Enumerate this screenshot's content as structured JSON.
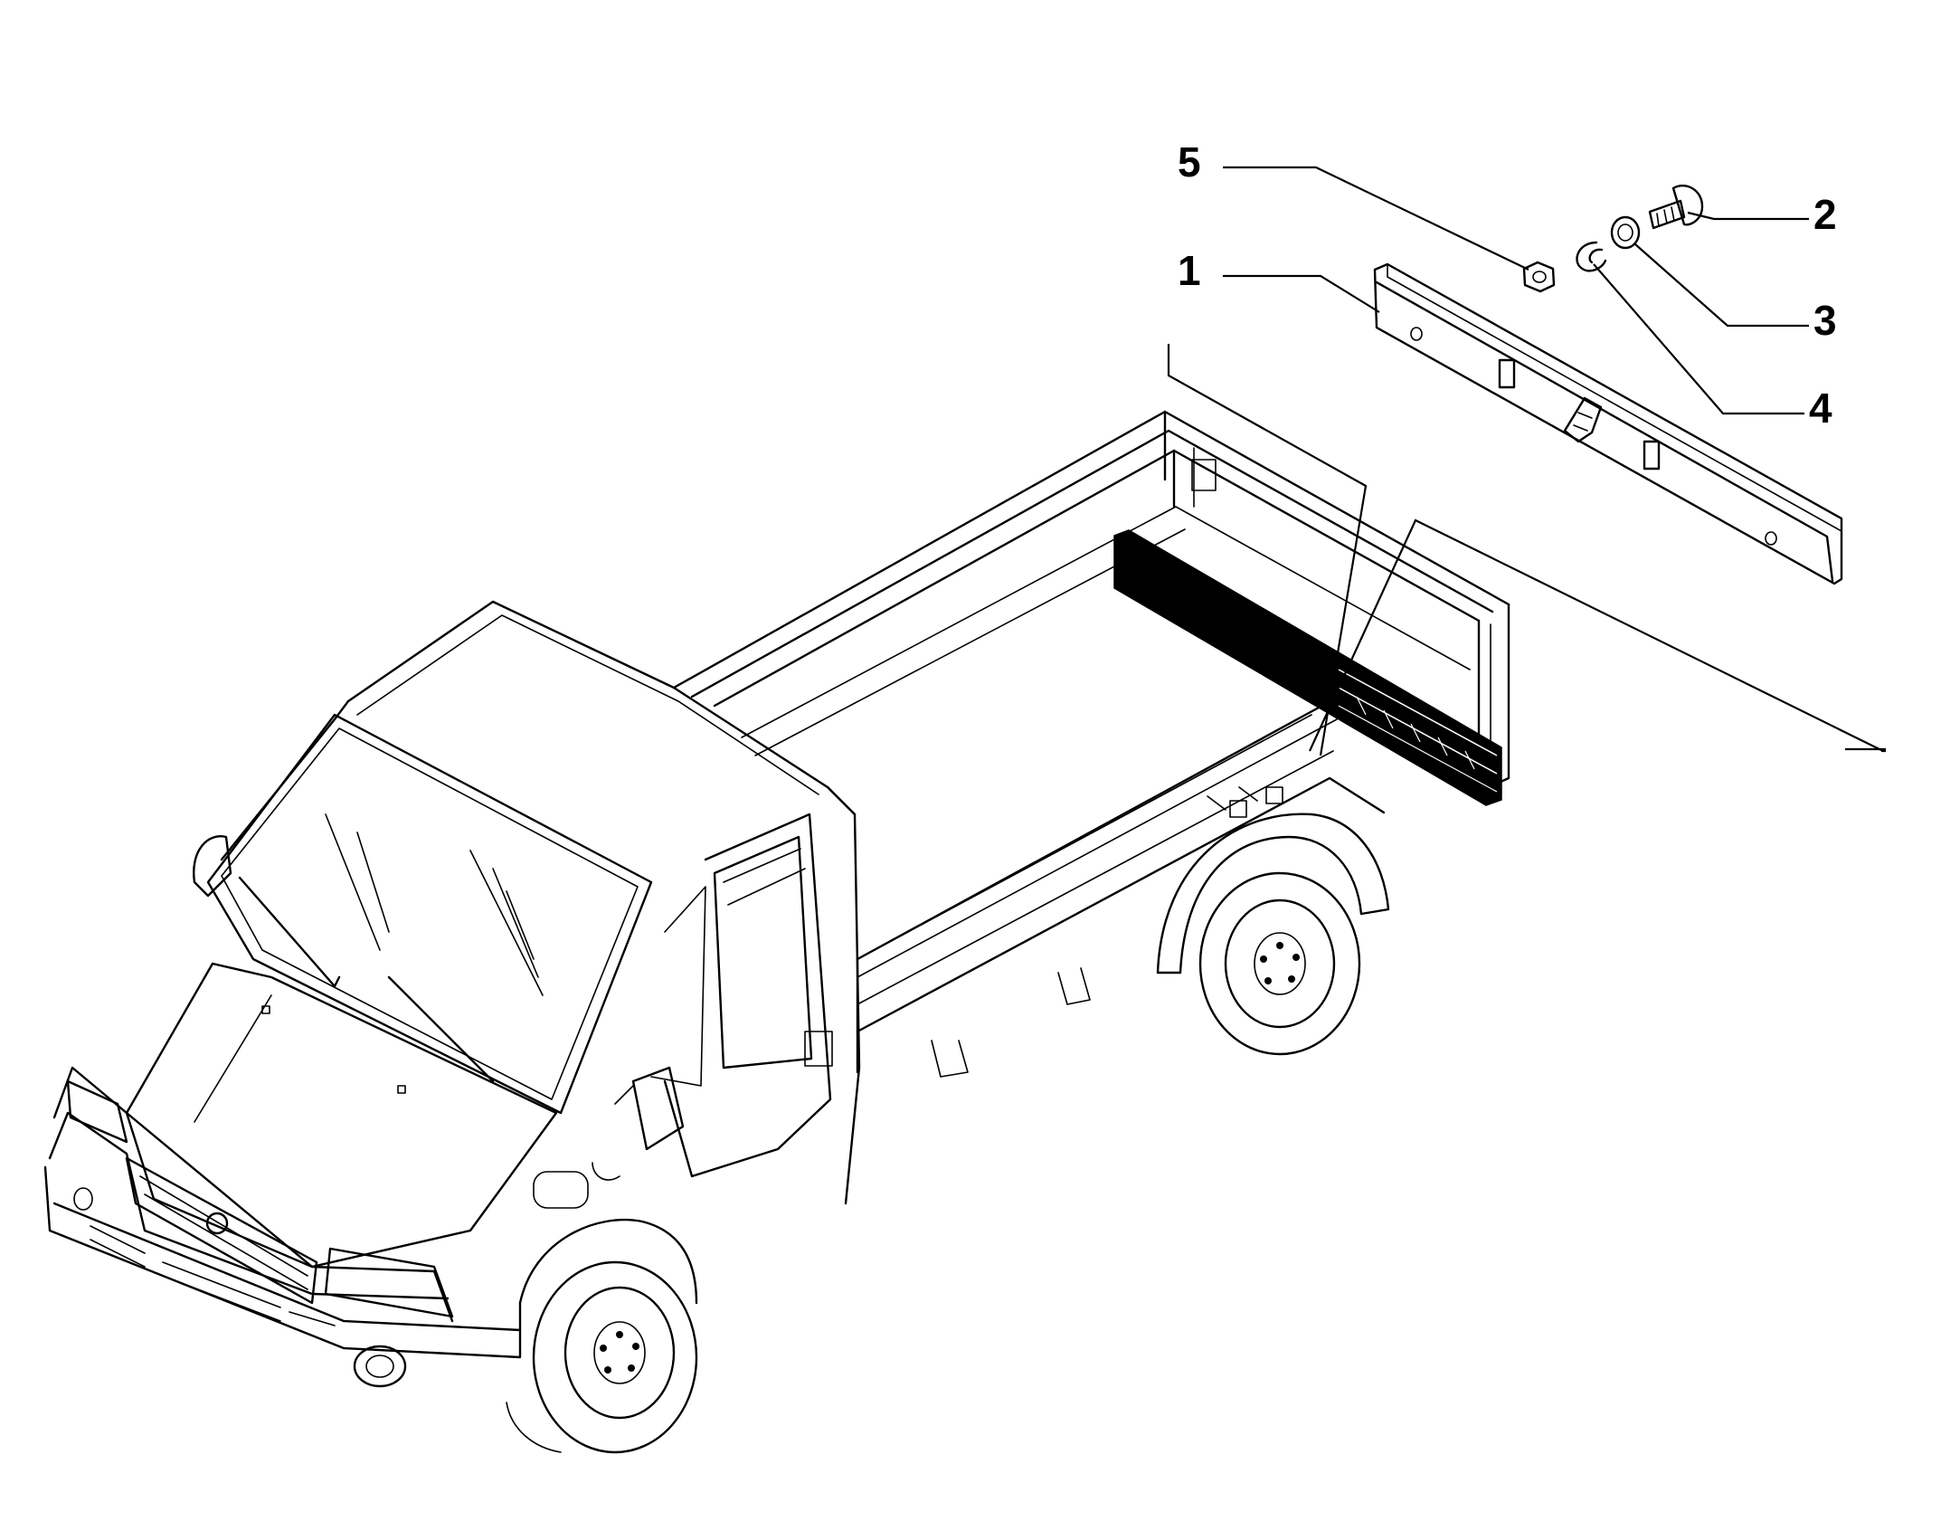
{
  "diagram": {
    "callouts": [
      {
        "id": "1",
        "label": "1"
      },
      {
        "id": "2",
        "label": "2"
      },
      {
        "id": "3",
        "label": "3"
      },
      {
        "id": "4",
        "label": "4"
      },
      {
        "id": "5",
        "label": "5"
      }
    ],
    "colors": {
      "line": "#000000",
      "background": "#ffffff",
      "highlight": "#000000"
    }
  }
}
